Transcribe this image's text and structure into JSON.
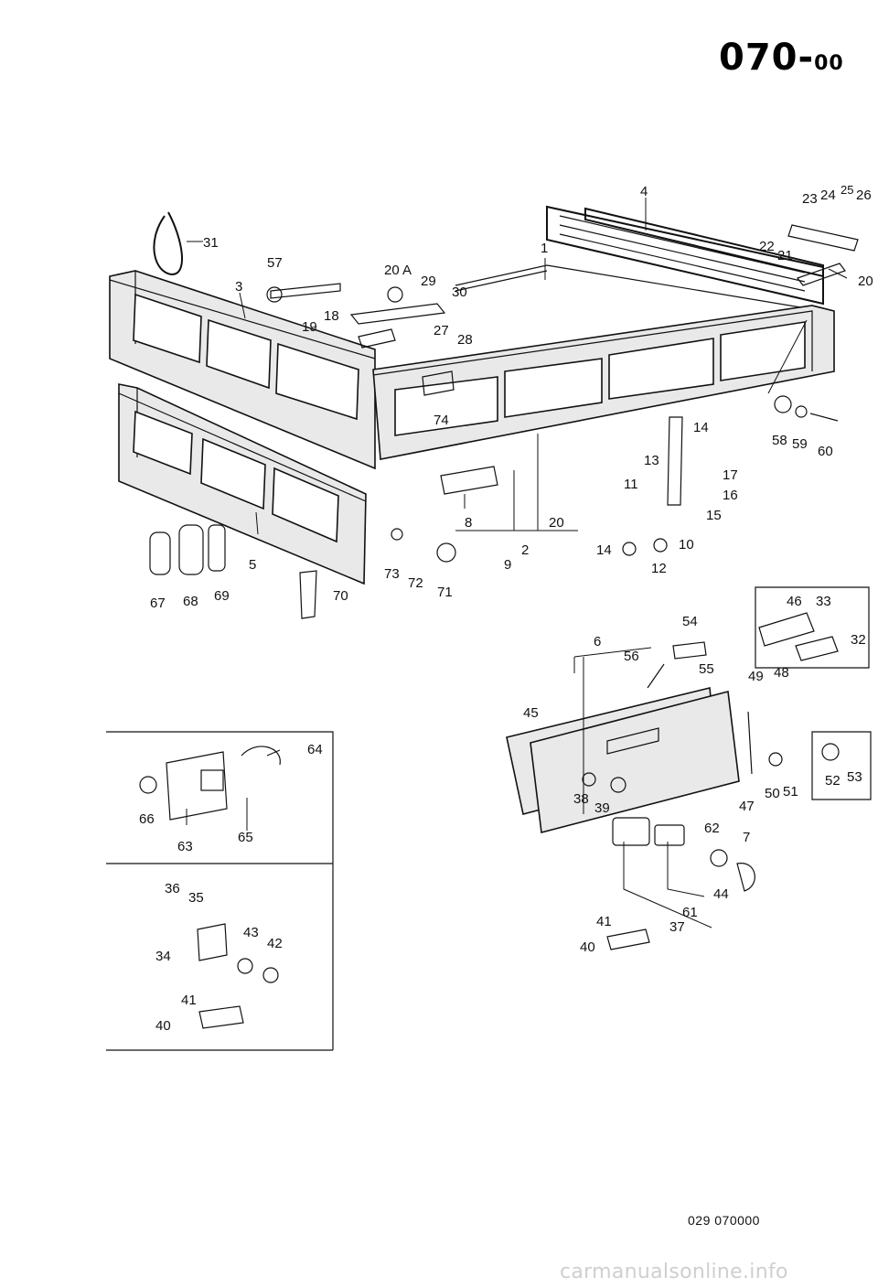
{
  "header": {
    "code": "070",
    "suffix": "00"
  },
  "footer": {
    "reference": "029 070000",
    "watermark": "carmanualsonline.info"
  },
  "callouts": {
    "c1": "1",
    "c2": "2",
    "c3": "3",
    "c4": "4",
    "c5": "5",
    "c6": "6",
    "c7": "7",
    "c8": "8",
    "c9": "9",
    "c10": "10",
    "c11": "11",
    "c12": "12",
    "c13": "13",
    "c14a": "14",
    "c14b": "14",
    "c15": "15",
    "c16": "16",
    "c17": "17",
    "c18": "18",
    "c19": "19",
    "c20a": "20",
    "c20b": "20",
    "c20A": "20 A",
    "c21": "21",
    "c22": "22",
    "c23": "23",
    "c24": "24",
    "c25": "25",
    "c26": "26",
    "c27": "27",
    "c28": "28",
    "c29": "29",
    "c30": "30",
    "c31": "31",
    "c32": "32",
    "c33": "33",
    "c34": "34",
    "c35": "35",
    "c36": "36",
    "c37": "37",
    "c38": "38",
    "c39": "39",
    "c40a": "40",
    "c40b": "40",
    "c41a": "41",
    "c41b": "41",
    "c42": "42",
    "c43": "43",
    "c44": "44",
    "c45": "45",
    "c46": "46",
    "c47": "47",
    "c48": "48",
    "c49": "49",
    "c50": "50",
    "c51": "51",
    "c52": "52",
    "c53": "53",
    "c54": "54",
    "c55": "55",
    "c56": "56",
    "c57": "57",
    "c58": "58",
    "c59": "59",
    "c60": "60",
    "c61": "61",
    "c62": "62",
    "c63": "63",
    "c64": "64",
    "c65": "65",
    "c66": "66",
    "c67": "67",
    "c68": "68",
    "c69": "69",
    "c70": "70",
    "c71": "71",
    "c72": "72",
    "c73": "73",
    "c74": "74"
  }
}
